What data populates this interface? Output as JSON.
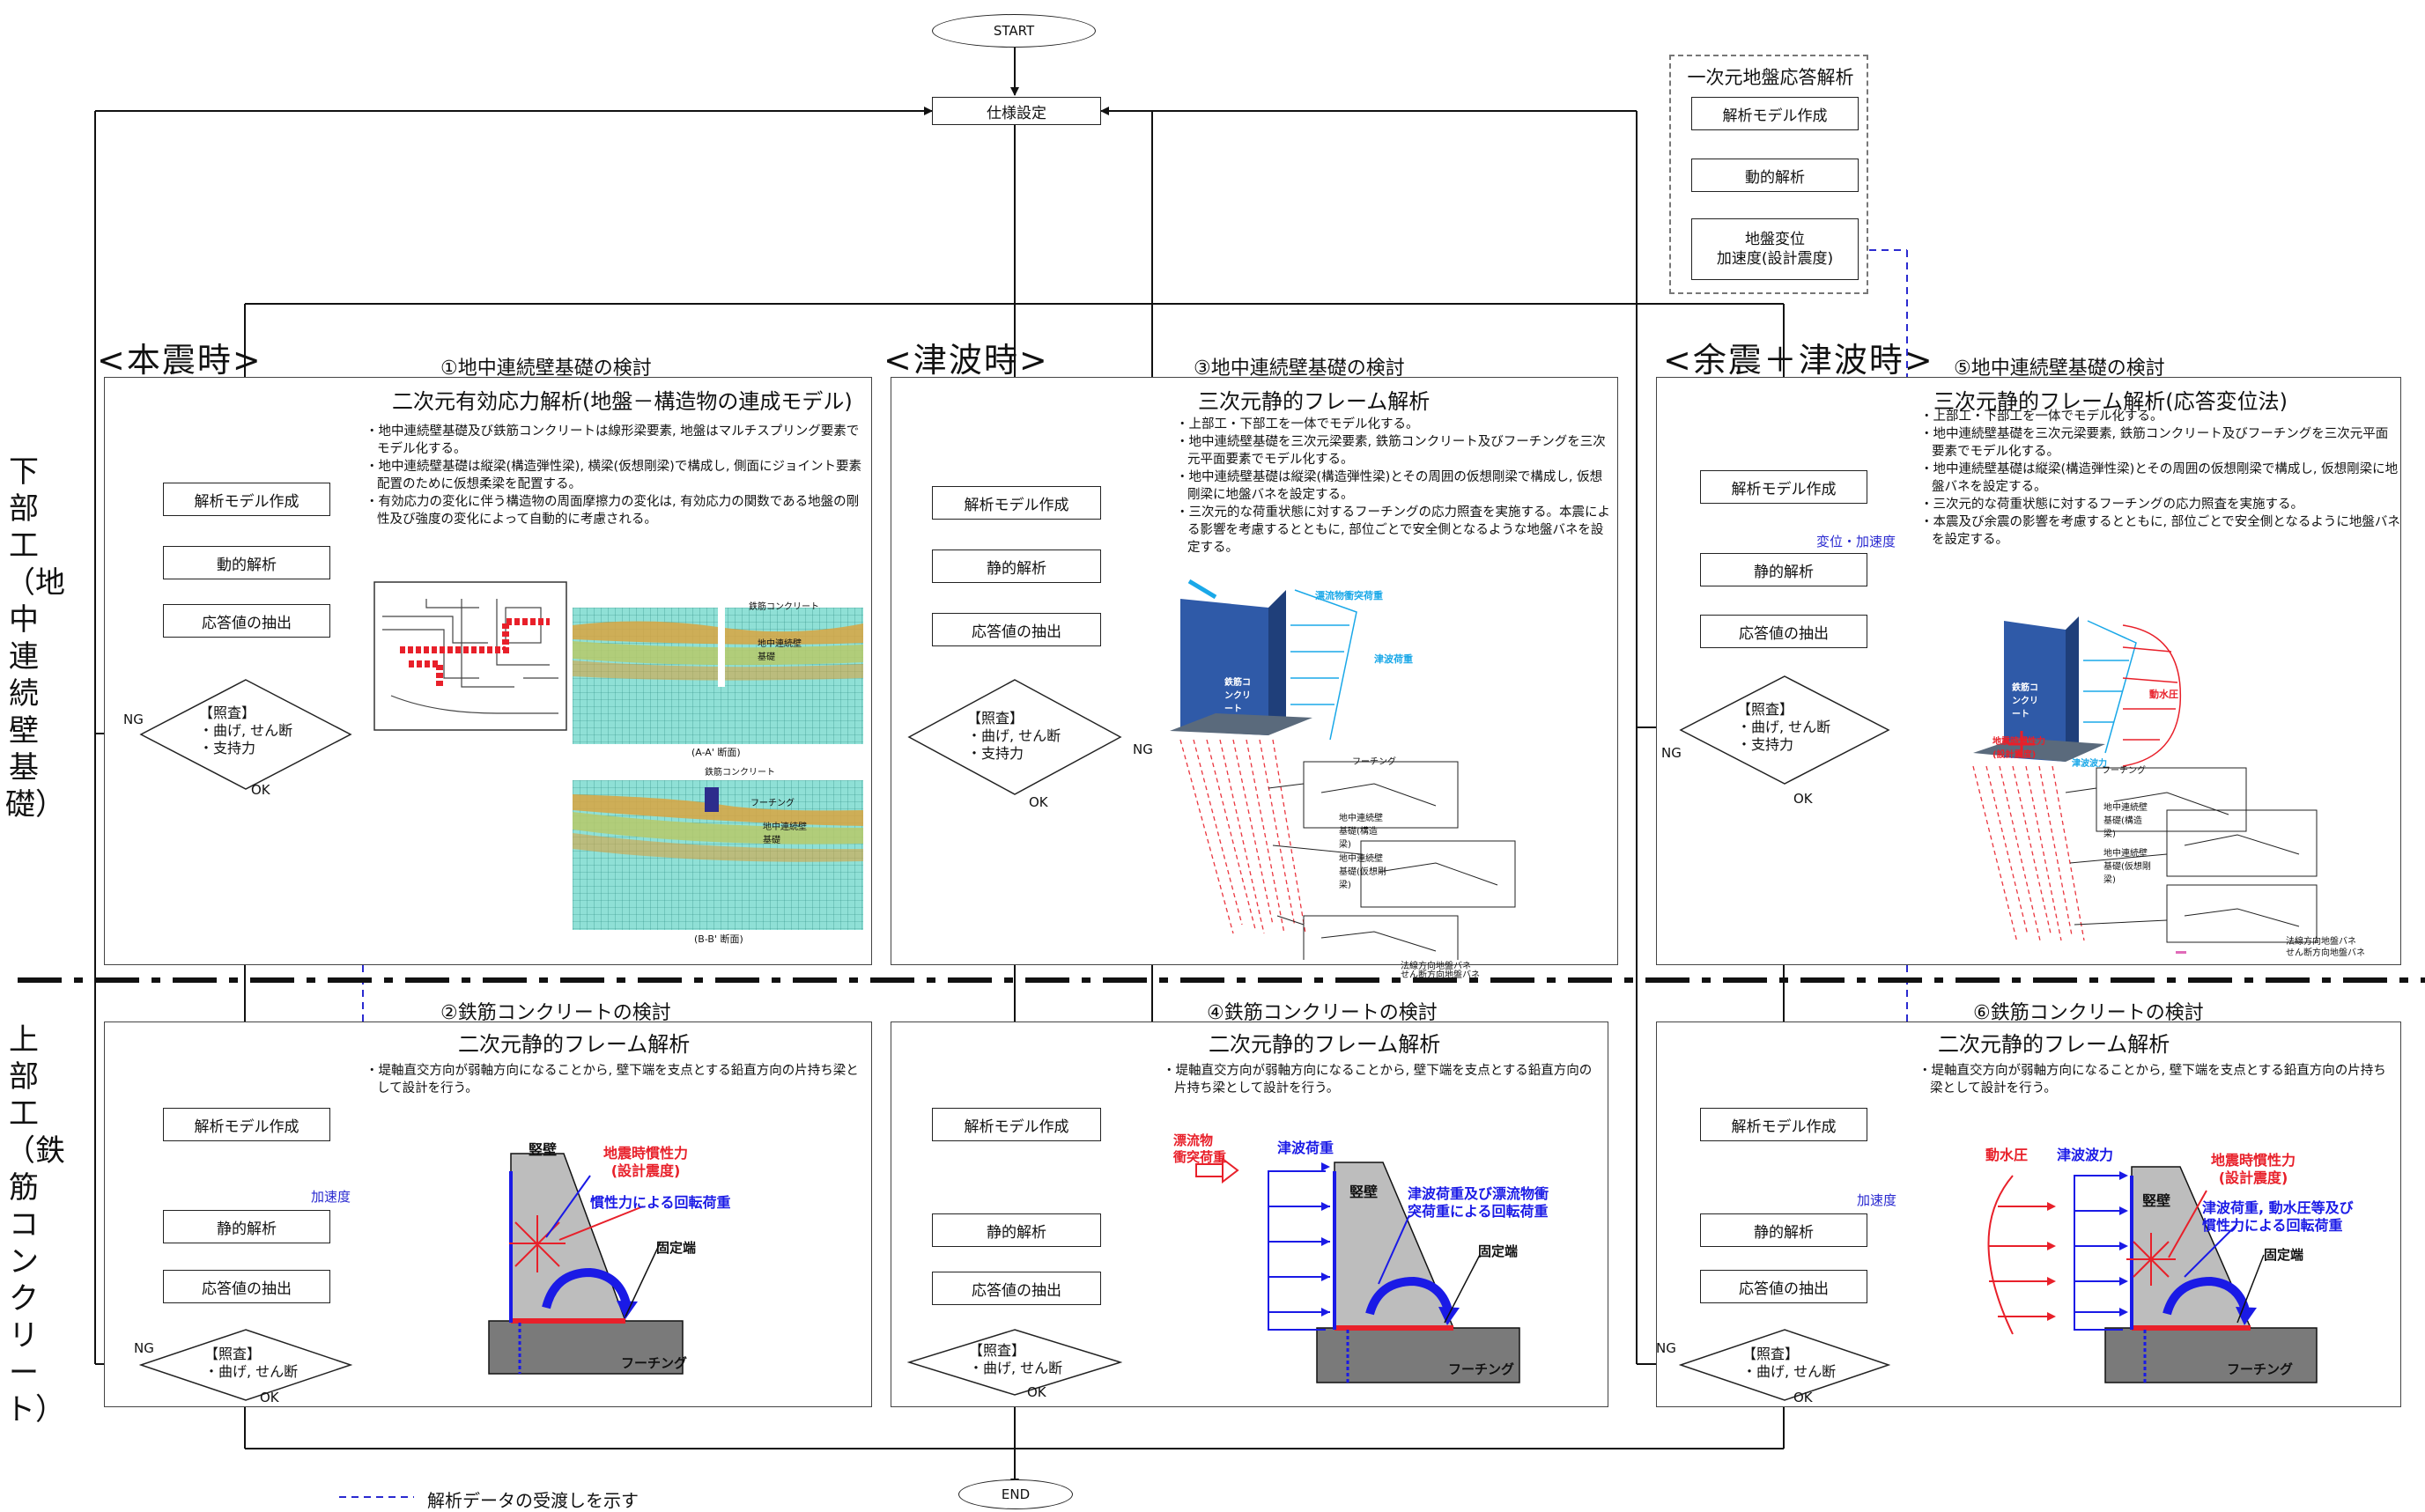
{
  "terminals": {
    "start": "START",
    "end": "END"
  },
  "spec": "仕様設定",
  "ground": {
    "title": "一次元地盤応答解析",
    "model": "解析モデル作成",
    "dynamic": "動的解析",
    "output": "地盤変位\n加速度(設計震度)"
  },
  "side": {
    "lower": "下部工（地中連続壁基礎）",
    "upper": "上部工（鉄筋コンクリート）"
  },
  "sections": {
    "main": "<本震時>",
    "tsunami": "<津波時>",
    "after": "<余震＋津波時>"
  },
  "p1": {
    "title": "①地中連続壁基礎の検討",
    "sub": "二次元有効応力解析(地盤－構造物の連成モデル)",
    "notes": [
      "・地中連続壁基礎及び鉄筋コンクリートは線形梁要素, 地盤はマルチスプリング要素でモデル化する。",
      "・地中連続壁基礎は縦梁(構造弾性梁), 横梁(仮想剛梁)で構成し, 側面にジョイント要素配置のために仮想柔梁を配置する。",
      "・有効応力の変化に伴う構造物の周面摩擦力の変化は, 有効応力の関数である地盤の剛性及び強度の変化によって自動的に考慮される。"
    ],
    "fig_a": "(A-A' 断面)",
    "fig_b": "(B-B' 断面)",
    "fl1": "鉄筋コンクリート",
    "fl2": "地中連続壁基礎",
    "fl3": "鉄筋コンクリート",
    "fl4": "フーチング",
    "fl5": "地中連続壁基礎"
  },
  "p2": {
    "title": "②鉄筋コンクリートの検討",
    "sub": "二次元静的フレーム解析",
    "notes": [
      "・堤軸直交方向が弱軸方向になることから, 壁下端を支点とする鉛直方向の片持ち梁として設計を行う。"
    ]
  },
  "p3": {
    "title": "③地中連続壁基礎の検討",
    "sub": "三次元静的フレーム解析",
    "notes": [
      "・上部工・下部工を一体でモデル化する。",
      "・地中連続壁基礎を三次元梁要素, 鉄筋コンクリート及びフーチングを三次元平面要素でモデル化する。",
      "・地中連続壁基礎は縦梁(構造弾性梁)とその周囲の仮想剛梁で構成し, 仮想剛梁に地盤バネを設定する。",
      "・三次元的な荷重状態に対するフーチングの応力照査を実施する。本震による影響を考慮するとともに, 部位ごとで安全側となるような地盤バネを設定する。"
    ],
    "l_drift": "漂流物衝突荷重",
    "l_tsunami": "津波荷重",
    "l_rc": "鉄筋コンクリート",
    "l_footing": "フーチング",
    "l_wall1": "地中連続壁基礎(構造梁)",
    "l_wall2": "地中連続壁基礎(仮想剛梁)",
    "leg1": "法線方向地盤バネ",
    "leg2": "せん断方向地盤バネ"
  },
  "p4": {
    "title": "④鉄筋コンクリートの検討",
    "sub": "二次元静的フレーム解析",
    "notes": [
      "・堤軸直交方向が弱軸方向になることから, 壁下端を支点とする鉛直方向の片持ち梁として設計を行う。"
    ]
  },
  "p5": {
    "title": "⑤地中連続壁基礎の検討",
    "sub": "三次元静的フレーム解析(応答変位法)",
    "notes": [
      "・上部工・下部工を一体でモデル化する。",
      "・地中連続壁基礎を三次元梁要素, 鉄筋コンクリート及びフーチングを三次元平面要素でモデル化する。",
      "・地中連続壁基礎は縦梁(構造弾性梁)とその周囲の仮想剛梁で構成し, 仮想剛梁に地盤バネを設定する。",
      "・三次元的な荷重状態に対するフーチングの応力照査を実施する。",
      "・本震及び余震の影響を考慮するとともに, 部位ごとで安全側となるように地盤バネを設定する。"
    ],
    "l_inertia": "地震時慣性力(設計震度)",
    "l_dyn": "動水圧",
    "l_tw": "津波波力",
    "l_rc": "鉄筋コンクリート",
    "l_footing": "フーチング",
    "l_wall1": "地中連続壁基礎(構造梁)",
    "l_wall2": "地中連続壁基礎(仮想剛梁)",
    "leg1": "法線方向地盤バネ",
    "leg2": "せん断方向地盤バネ"
  },
  "p6": {
    "title": "⑥鉄筋コンクリートの検討",
    "sub": "二次元静的フレーム解析",
    "notes": [
      "・堤軸直交方向が弱軸方向になることから, 壁下端を支点とする鉛直方向の片持ち梁として設計を行う。"
    ]
  },
  "steps": {
    "model": "解析モデル作成",
    "dynamic": "動的解析",
    "static": "静的解析",
    "extract": "応答値の抽出"
  },
  "check_lower": [
    "【照査】",
    "・曲げ, せん断",
    "・支持力"
  ],
  "check_upper": [
    "【照査】",
    "・曲げ, せん断"
  ],
  "flow": {
    "ng": "NG",
    "ok": "OK",
    "accel": "加速度",
    "disp_accel": "変位・加速度"
  },
  "wall": {
    "wall": "竪壁",
    "fixed": "固定端",
    "footing": "フーチング",
    "inertia": "地震時慣性力\n(設計震度)",
    "rot_inertia": "慣性力による回転荷重",
    "drift": "漂流物\n衝突荷重",
    "tsunami": "津波荷重",
    "rot_tsunami": "津波荷重及び漂流物衝\n突荷重による回転荷重",
    "dyn": "動水圧",
    "tw": "津波波力",
    "inertia6": "地震時慣性力\n(設計震度)",
    "rot6": "津波荷重, 動水圧等及び\n慣性力による回転荷重"
  },
  "legend": "解析データの受渡しを示す",
  "colors": {
    "red": "#e8202a",
    "blue": "#1a1ae6",
    "cyan": "#1aa8e8",
    "wallgray": "#bdbdbd",
    "footgray": "#7a7a7a",
    "dashblue": "#2a2ad0"
  }
}
